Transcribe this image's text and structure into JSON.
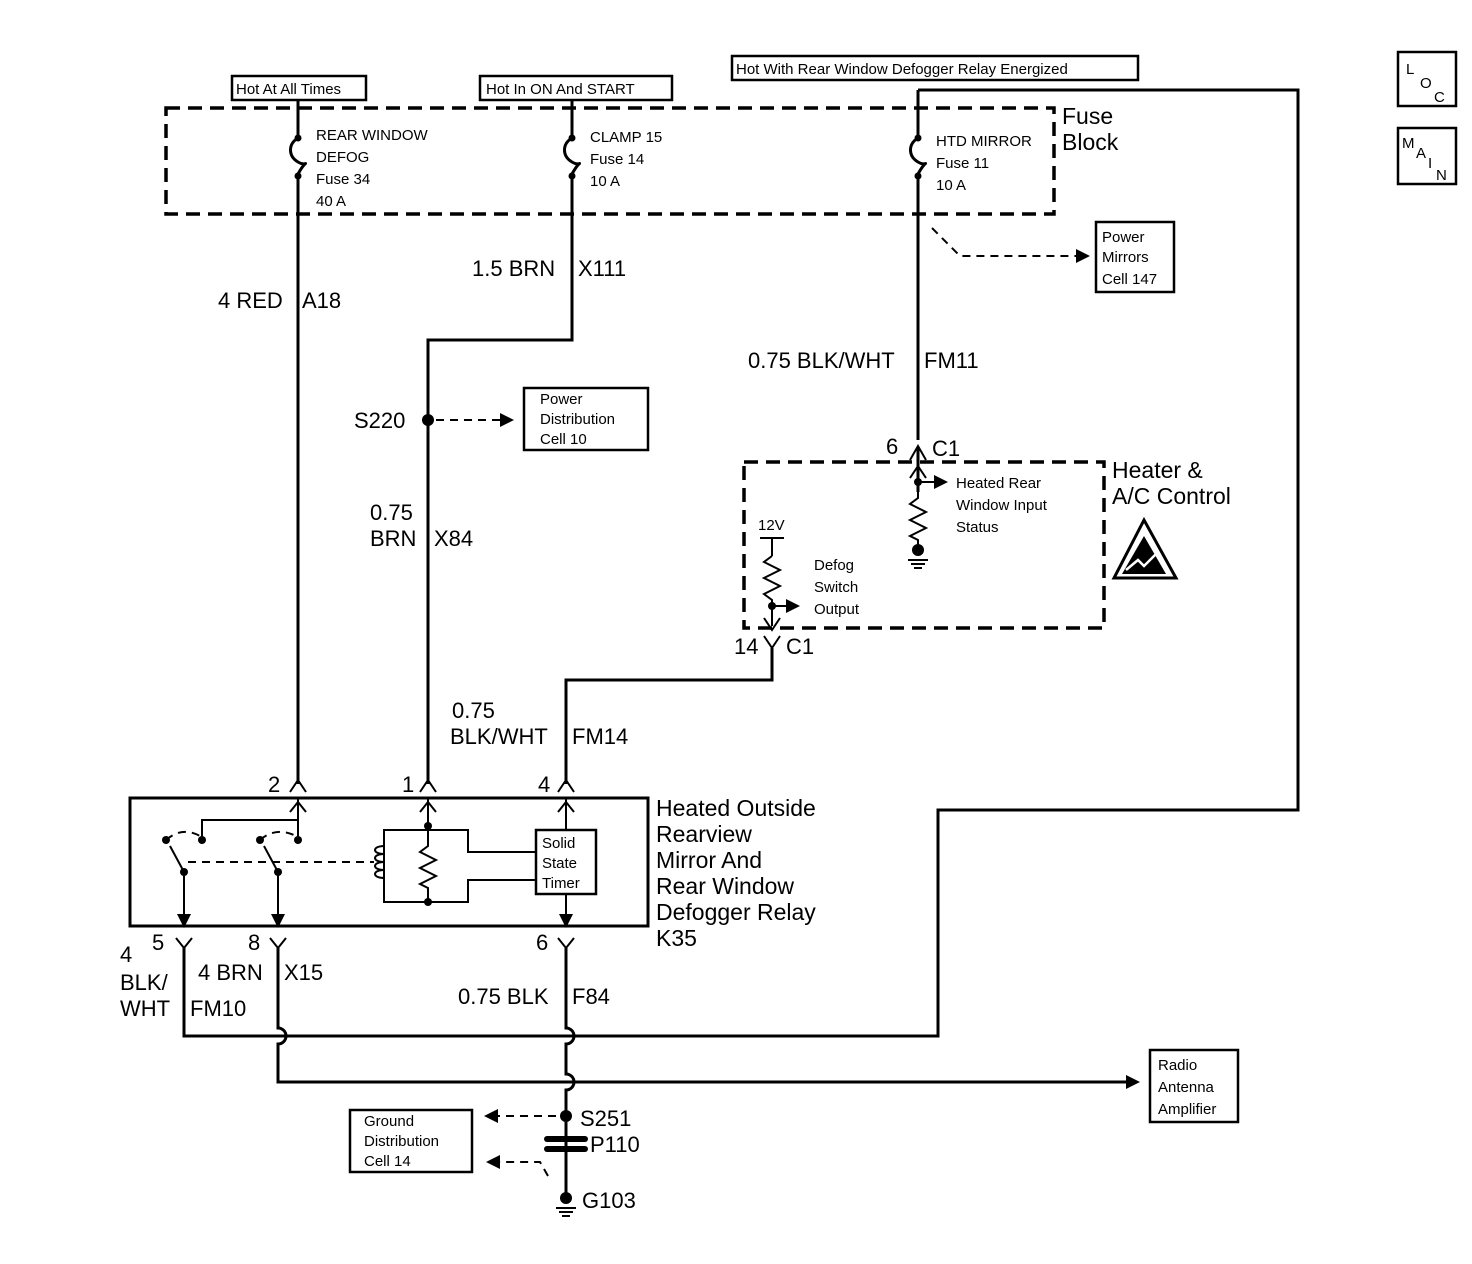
{
  "headers": {
    "hot_all_times": "Hot At All Times",
    "hot_on_start": "Hot In ON And START",
    "hot_relay": "Hot With Rear Window Defogger Relay Energized"
  },
  "nav": {
    "loc": [
      "L",
      "O",
      "C"
    ],
    "main": [
      "M",
      "A",
      "I",
      "N"
    ]
  },
  "fuse_block": {
    "label": [
      "Fuse",
      "Block"
    ],
    "fuse34": [
      "REAR WINDOW",
      "DEFOG",
      "Fuse 34",
      "40 A"
    ],
    "fuse14": [
      "CLAMP 15",
      "Fuse 14",
      "10 A"
    ],
    "fuse11": [
      "HTD MIRROR",
      "Fuse 11",
      "10 A"
    ]
  },
  "refs": {
    "power_mirrors": [
      "Power",
      "Mirrors",
      "Cell 147"
    ],
    "power_distribution": [
      "Power",
      "Distribution",
      "Cell 10"
    ],
    "radio_antenna": [
      "Radio",
      "Antenna",
      "Amplifier"
    ],
    "ground_distribution": [
      "Ground",
      "Distribution",
      "Cell 14"
    ]
  },
  "wires": {
    "a18": "4 RED",
    "a18_id": "A18",
    "x111": "1.5 BRN",
    "x111_id": "X111",
    "fm11": "0.75 BLK/WHT",
    "fm11_id": "FM11",
    "x84": [
      "0.75",
      "BRN"
    ],
    "x84_id": "X84",
    "fm14": [
      "0.75",
      "BLK/WHT"
    ],
    "fm14_id": "FM14",
    "fm10": [
      "4",
      "BLK/",
      "WHT"
    ],
    "fm10_id": "FM10",
    "x15": "4 BRN",
    "x15_id": "X15",
    "f84": "0.75 BLK",
    "f84_id": "F84"
  },
  "splices": {
    "s220": "S220",
    "s251": "S251",
    "p110": "P110",
    "g103": "G103"
  },
  "hvac": {
    "title": [
      "Heater &",
      "A/C Control"
    ],
    "pin6": "6",
    "c1a": "C1",
    "pin14": "14",
    "c1b": "C1",
    "voltage": "12V",
    "input_status": [
      "Heated Rear",
      "Window Input",
      "Status"
    ],
    "switch_output": [
      "Defog",
      "Switch",
      "Output"
    ]
  },
  "relay": {
    "title": [
      "Heated Outside",
      "Rearview",
      "Mirror And",
      "Rear Window",
      "Defogger Relay",
      "K35"
    ],
    "timer": [
      "Solid",
      "State",
      "Timer"
    ],
    "pins": {
      "p1": "1",
      "p2": "2",
      "p4": "4",
      "p5": "5",
      "p6": "6",
      "p8": "8"
    }
  }
}
